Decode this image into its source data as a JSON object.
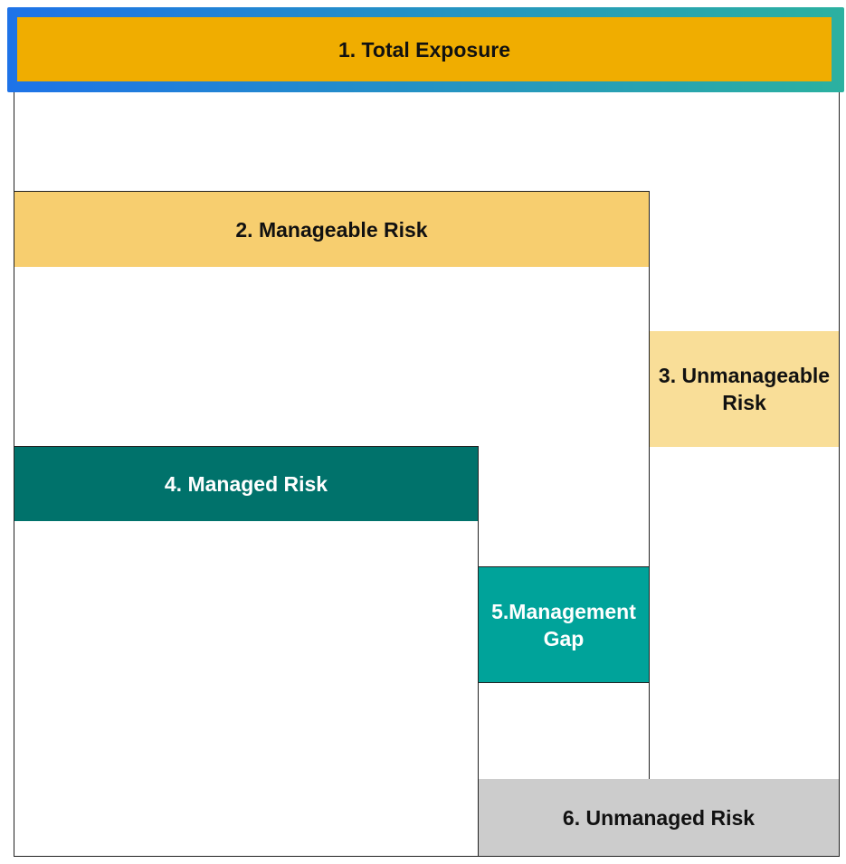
{
  "blocks": {
    "total_exposure": {
      "label": "1. Total Exposure",
      "color": "#F0AD00",
      "frame_gradient": [
        "#1E73E8",
        "#2BB1A0"
      ]
    },
    "manageable_risk": {
      "label": "2. Manageable Risk",
      "color": "#F7CE6F"
    },
    "unmanageable_risk": {
      "label": "3. Unmanageable Risk",
      "color": "#F9DE98"
    },
    "managed_risk": {
      "label": "4. Managed Risk",
      "color": "#00726B"
    },
    "management_gap": {
      "label": "5.Management Gap",
      "color": "#00A39A"
    },
    "unmanaged_risk": {
      "label": "6. Unmanaged Risk",
      "color": "#CCCCCC"
    }
  }
}
